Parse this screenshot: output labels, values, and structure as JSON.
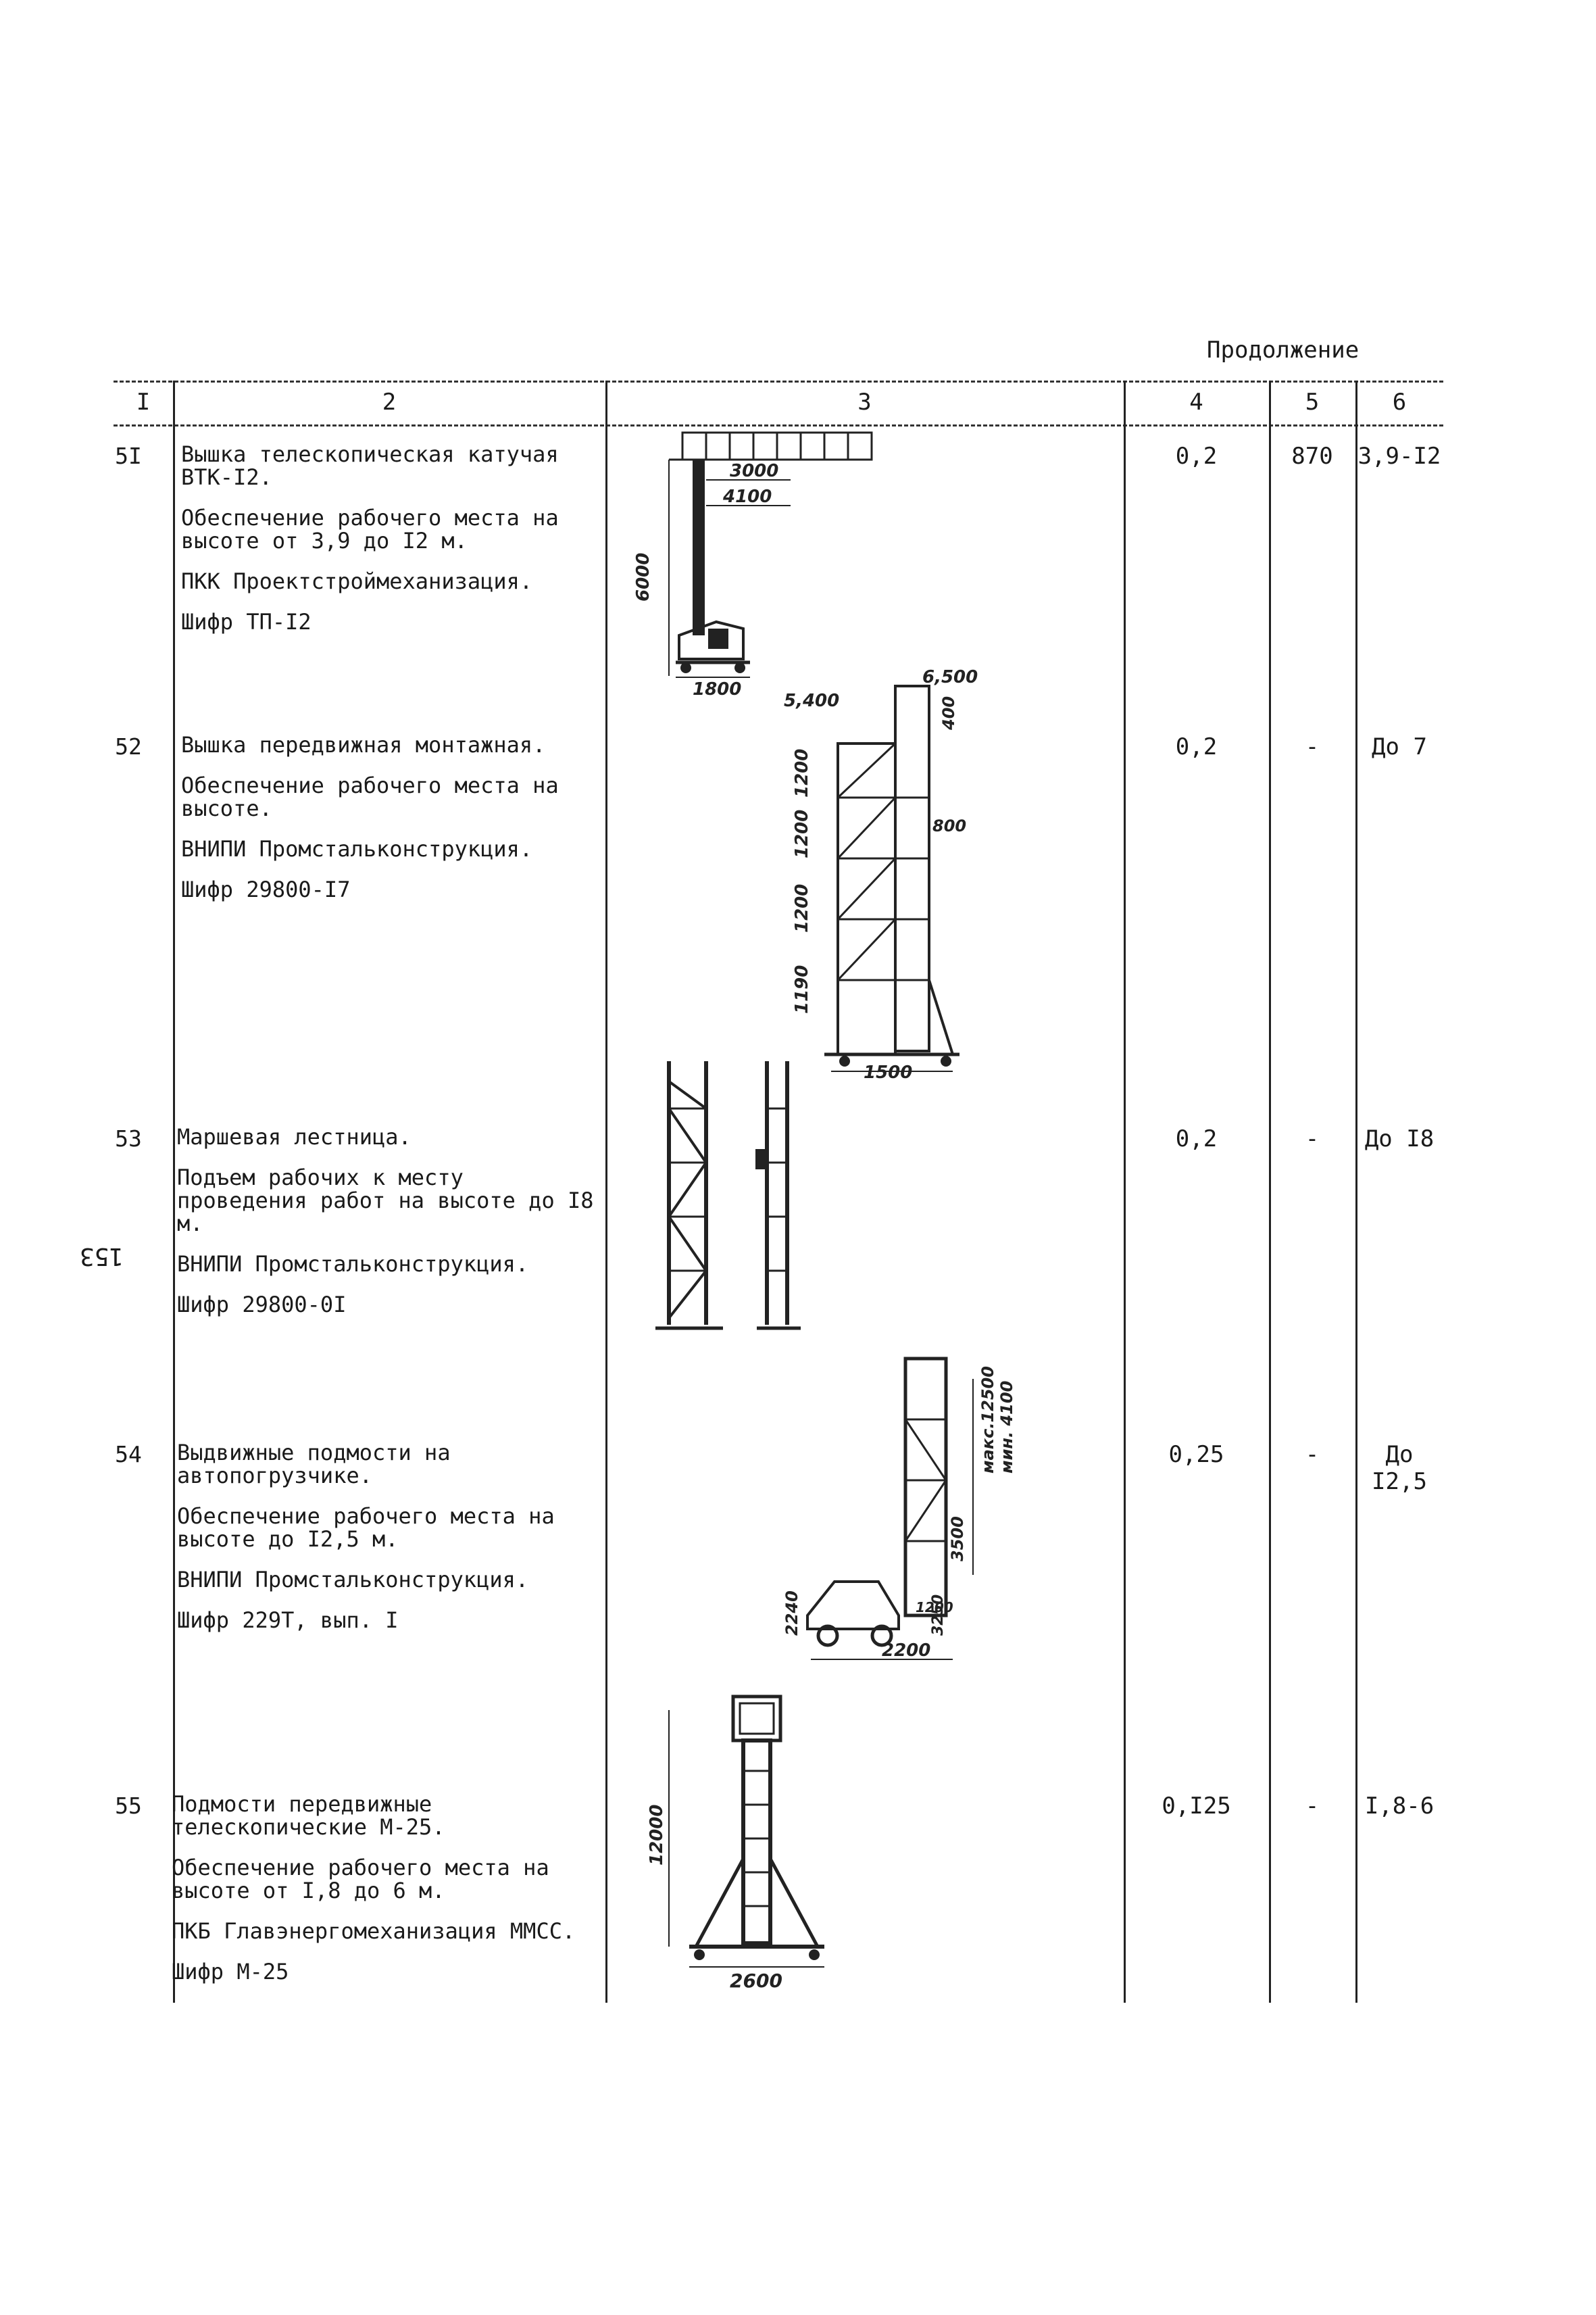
{
  "header": {
    "continuation": "Продолжение"
  },
  "columns": [
    "I",
    "2",
    "3",
    "4",
    "5",
    "6"
  ],
  "page_number": "153",
  "rows": [
    {
      "num": "5I",
      "name": "Вышка телескопическая катучая ВТК-I2.",
      "purpose": "Обеспечение рабочего места на высоте от 3,9 до I2 м.",
      "org": "ПКК Проектстроймеханизация.",
      "code": "Шифр ТП-I2",
      "col4": "0,2",
      "col5": "870",
      "col6": "3,9-I2",
      "dims": [
        "3000",
        "4100",
        "6000",
        "1800"
      ]
    },
    {
      "num": "52",
      "name": "Вышка передвижная монтажная.",
      "purpose": "Обеспечение рабочего места на высоте.",
      "org": "ВНИПИ Промстальконструкция.",
      "code": "Шифр 29800-I7",
      "col4": "0,2",
      "col5": "-",
      "col6": "До 7",
      "dims": [
        "6,500",
        "5,400",
        "400",
        "1200",
        "1200",
        "800",
        "1200",
        "1190",
        "1500"
      ]
    },
    {
      "num": "53",
      "name": "Маршевая лестница.",
      "purpose": "Подъем рабочих к месту проведения работ на высоте до I8 м.",
      "org": "ВНИПИ Промстальконструкция.",
      "code": "Шифр 29800-0I",
      "col4": "0,2",
      "col5": "-",
      "col6": "До I8"
    },
    {
      "num": "54",
      "name": "Выдвижные подмости на автопогрузчике.",
      "purpose": "Обеспечение рабочего места на высоте до I2,5 м.",
      "org": "ВНИПИ Промстальконструкция.",
      "code": "Шифр 229Т, вып. I",
      "col4": "0,25",
      "col5": "-",
      "col6": "До I2,5",
      "dims": [
        "макс.12500",
        "мин. 4100",
        "3500",
        "2240",
        "1200",
        "3250",
        "2200"
      ]
    },
    {
      "num": "55",
      "name": "Подмости передвижные телескопические М-25.",
      "purpose": "Обеспечение рабочего места на высоте от I,8 до 6 м.",
      "org": "ПКБ Главэнергомеханизация ММСС.",
      "code": "Шифр М-25",
      "col4": "0,I25",
      "col5": "-",
      "col6": "I,8-6",
      "dims": [
        "12000",
        "2600"
      ]
    }
  ]
}
